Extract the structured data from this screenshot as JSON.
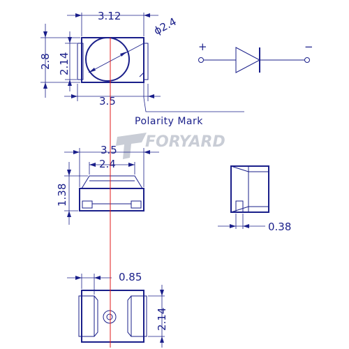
{
  "dimensions": {
    "top_width": "3.12",
    "top_diameter": "ϕ2.4",
    "top_height_outer": "2.8",
    "top_height_inner": "2.14",
    "top_bottom_width": "3.5",
    "side_width": "3.5",
    "side_inner_width": "2.4",
    "side_height": "1.38",
    "right_view_width": "0.38",
    "bottom_pad_width": "0.85",
    "bottom_height": "2.14"
  },
  "labels": {
    "polarity_mark": "Polarity Mark",
    "anode_sign": "+",
    "cathode_sign": "−"
  },
  "watermark": {
    "brand": "FORYARD"
  },
  "colors": {
    "line": "#1a1f8a",
    "centerline": "#e01818",
    "watermark": "#c9cdd6"
  }
}
